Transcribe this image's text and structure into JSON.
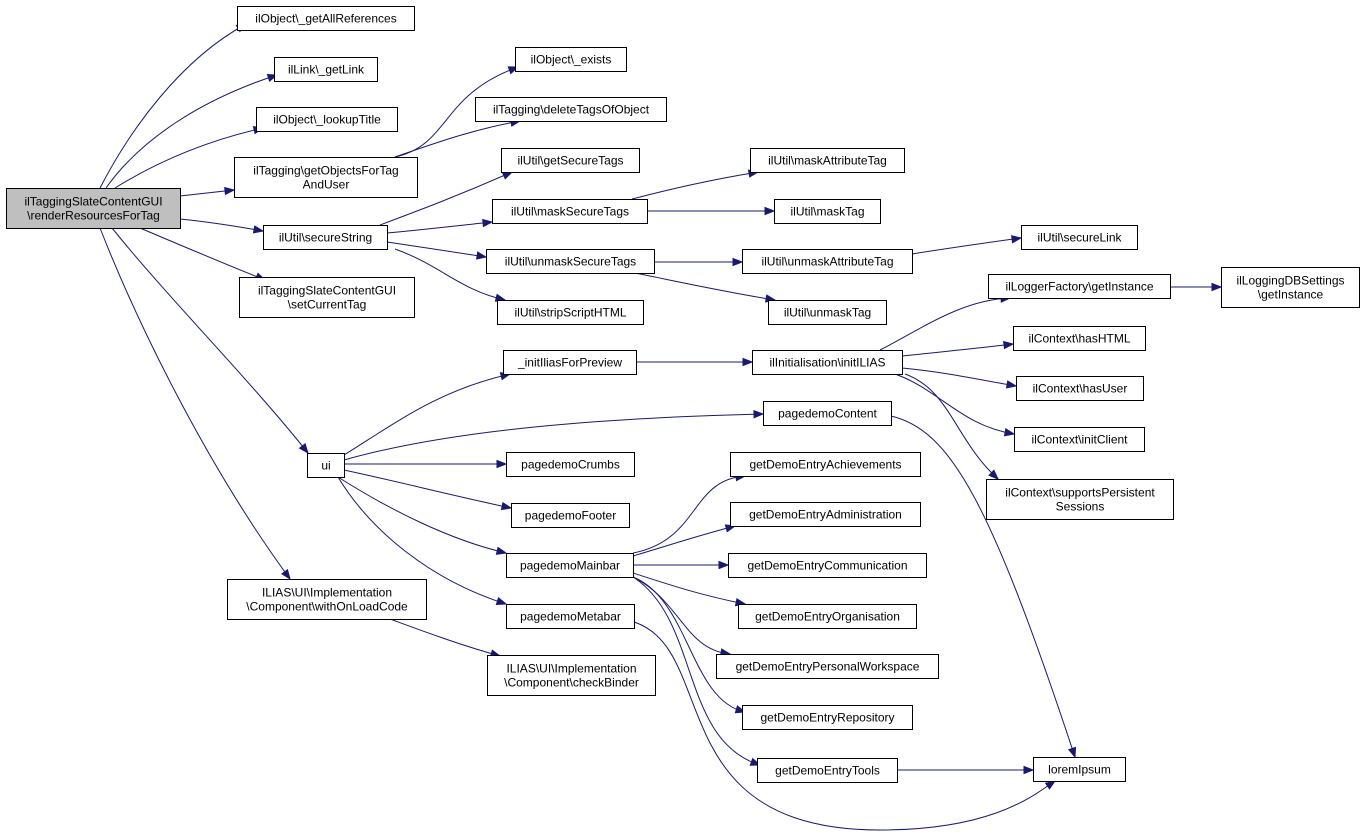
{
  "colors": {
    "edge": "#191970",
    "root_fill": "#bfbfbf",
    "node_fill": "#ffffff",
    "node_border": "#000000"
  },
  "nodes": [
    {
      "id": "root",
      "lines": [
        "ilTaggingSlateContentGUI",
        "\\renderResourcesForTag"
      ],
      "root": true
    },
    {
      "id": "getAllReferences",
      "lines": [
        "ilObject\\_getAllReferences"
      ]
    },
    {
      "id": "getLink",
      "lines": [
        "ilLink\\_getLink"
      ]
    },
    {
      "id": "lookupTitle",
      "lines": [
        "ilObject\\_lookupTitle"
      ]
    },
    {
      "id": "getObjectsForTag",
      "lines": [
        "ilTagging\\getObjectsForTag",
        "AndUser"
      ]
    },
    {
      "id": "secureString",
      "lines": [
        "ilUtil\\secureString"
      ]
    },
    {
      "id": "setCurrentTag",
      "lines": [
        "ilTaggingSlateContentGUI",
        "\\setCurrentTag"
      ]
    },
    {
      "id": "ui",
      "lines": [
        "ui"
      ]
    },
    {
      "id": "withOnLoadCode",
      "lines": [
        "ILIAS\\UI\\Implementation",
        "\\Component\\withOnLoadCode"
      ]
    },
    {
      "id": "exists",
      "lines": [
        "ilObject\\_exists"
      ]
    },
    {
      "id": "deleteTags",
      "lines": [
        "ilTagging\\deleteTagsOfObject"
      ]
    },
    {
      "id": "getSecureTags",
      "lines": [
        "ilUtil\\getSecureTags"
      ]
    },
    {
      "id": "maskSecureTags",
      "lines": [
        "ilUtil\\maskSecureTags"
      ]
    },
    {
      "id": "unmaskSecureTags",
      "lines": [
        "ilUtil\\unmaskSecureTags"
      ]
    },
    {
      "id": "stripScriptHTML",
      "lines": [
        "ilUtil\\stripScriptHTML"
      ]
    },
    {
      "id": "initIliasForPreview",
      "lines": [
        "_initIliasForPreview"
      ]
    },
    {
      "id": "pagedemoCrumbs",
      "lines": [
        "pagedemoCrumbs"
      ]
    },
    {
      "id": "pagedemoFooter",
      "lines": [
        "pagedemoFooter"
      ]
    },
    {
      "id": "pagedemoMainbar",
      "lines": [
        "pagedemoMainbar"
      ]
    },
    {
      "id": "pagedemoMetabar",
      "lines": [
        "pagedemoMetabar"
      ]
    },
    {
      "id": "checkBinder",
      "lines": [
        "ILIAS\\UI\\Implementation",
        "\\Component\\checkBinder"
      ]
    },
    {
      "id": "maskAttributeTag",
      "lines": [
        "ilUtil\\maskAttributeTag"
      ]
    },
    {
      "id": "maskTag",
      "lines": [
        "ilUtil\\maskTag"
      ]
    },
    {
      "id": "unmaskAttributeTag",
      "lines": [
        "ilUtil\\unmaskAttributeTag"
      ]
    },
    {
      "id": "unmaskTag",
      "lines": [
        "ilUtil\\unmaskTag"
      ]
    },
    {
      "id": "initILIAS",
      "lines": [
        "ilInitialisation\\initILIAS"
      ]
    },
    {
      "id": "pagedemoContent",
      "lines": [
        "pagedemoContent"
      ]
    },
    {
      "id": "achievements",
      "lines": [
        "getDemoEntryAchievements"
      ]
    },
    {
      "id": "administration",
      "lines": [
        "getDemoEntryAdministration"
      ]
    },
    {
      "id": "communication",
      "lines": [
        "getDemoEntryCommunication"
      ]
    },
    {
      "id": "organisation",
      "lines": [
        "getDemoEntryOrganisation"
      ]
    },
    {
      "id": "personalWorkspace",
      "lines": [
        "getDemoEntryPersonalWorkspace"
      ]
    },
    {
      "id": "repository",
      "lines": [
        "getDemoEntryRepository"
      ]
    },
    {
      "id": "tools",
      "lines": [
        "getDemoEntryTools"
      ]
    },
    {
      "id": "secureLink",
      "lines": [
        "ilUtil\\secureLink"
      ]
    },
    {
      "id": "loggerFactory",
      "lines": [
        "ilLoggerFactory\\getInstance"
      ]
    },
    {
      "id": "hasHTML",
      "lines": [
        "ilContext\\hasHTML"
      ]
    },
    {
      "id": "hasUser",
      "lines": [
        "ilContext\\hasUser"
      ]
    },
    {
      "id": "initClient",
      "lines": [
        "ilContext\\initClient"
      ]
    },
    {
      "id": "supportsPersistent",
      "lines": [
        "ilContext\\supportsPersistent",
        "Sessions"
      ]
    },
    {
      "id": "loremIpsum",
      "lines": [
        "loremIpsum"
      ]
    },
    {
      "id": "loggingDB",
      "lines": [
        "ilLoggingDBSettings",
        "\\getInstance"
      ]
    }
  ],
  "edges": [
    [
      "root",
      "getAllReferences"
    ],
    [
      "root",
      "getLink"
    ],
    [
      "root",
      "lookupTitle"
    ],
    [
      "root",
      "getObjectsForTag"
    ],
    [
      "root",
      "secureString"
    ],
    [
      "root",
      "setCurrentTag"
    ],
    [
      "root",
      "ui"
    ],
    [
      "root",
      "withOnLoadCode"
    ],
    [
      "getObjectsForTag",
      "exists"
    ],
    [
      "getObjectsForTag",
      "deleteTags"
    ],
    [
      "secureString",
      "getSecureTags"
    ],
    [
      "secureString",
      "maskSecureTags"
    ],
    [
      "secureString",
      "unmaskSecureTags"
    ],
    [
      "secureString",
      "stripScriptHTML"
    ],
    [
      "maskSecureTags",
      "maskAttributeTag"
    ],
    [
      "maskSecureTags",
      "maskTag"
    ],
    [
      "unmaskSecureTags",
      "unmaskAttributeTag"
    ],
    [
      "unmaskSecureTags",
      "unmaskTag"
    ],
    [
      "unmaskAttributeTag",
      "secureLink"
    ],
    [
      "ui",
      "initIliasForPreview"
    ],
    [
      "ui",
      "pagedemoContent"
    ],
    [
      "ui",
      "pagedemoCrumbs"
    ],
    [
      "ui",
      "pagedemoFooter"
    ],
    [
      "ui",
      "pagedemoMainbar"
    ],
    [
      "ui",
      "pagedemoMetabar"
    ],
    [
      "initIliasForPreview",
      "initILIAS"
    ],
    [
      "initILIAS",
      "loggerFactory"
    ],
    [
      "initILIAS",
      "hasHTML"
    ],
    [
      "initILIAS",
      "hasUser"
    ],
    [
      "initILIAS",
      "initClient"
    ],
    [
      "initILIAS",
      "supportsPersistent"
    ],
    [
      "loggerFactory",
      "loggingDB"
    ],
    [
      "pagedemoContent",
      "loremIpsum"
    ],
    [
      "pagedemoMainbar",
      "achievements"
    ],
    [
      "pagedemoMainbar",
      "administration"
    ],
    [
      "pagedemoMainbar",
      "communication"
    ],
    [
      "pagedemoMainbar",
      "organisation"
    ],
    [
      "pagedemoMainbar",
      "personalWorkspace"
    ],
    [
      "pagedemoMainbar",
      "repository"
    ],
    [
      "pagedemoMainbar",
      "tools"
    ],
    [
      "pagedemoMetabar",
      "loremIpsum"
    ],
    [
      "tools",
      "loremIpsum"
    ],
    [
      "withOnLoadCode",
      "checkBinder"
    ]
  ]
}
